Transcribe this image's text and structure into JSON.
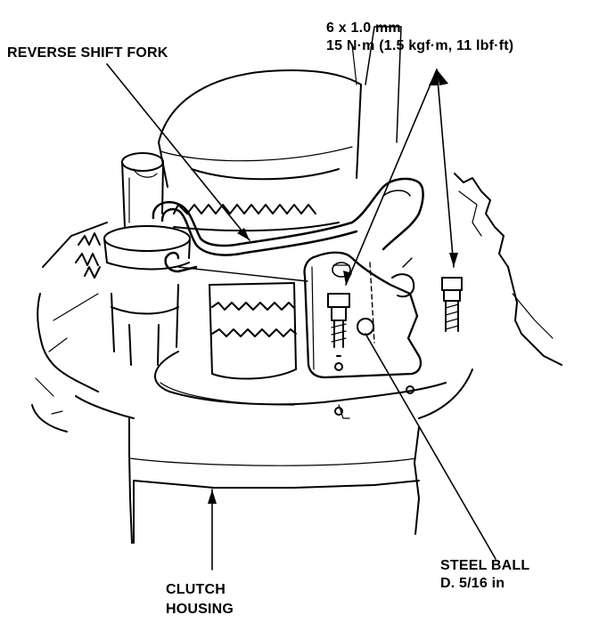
{
  "labels": {
    "reverse_shift_fork": "REVERSE SHIFT FORK",
    "bolt_size": "6 x 1.0 mm",
    "bolt_torque": "15 N·m (1.5 kgf·m, 11 lbf·ft)",
    "steel_ball_title": "STEEL BALL",
    "steel_ball_size": "D. 5/16 in",
    "clutch_housing_line1": "CLUTCH",
    "clutch_housing_line2": "HOUSING"
  },
  "colors": {
    "ink": "#000000",
    "paper": "#ffffff"
  }
}
